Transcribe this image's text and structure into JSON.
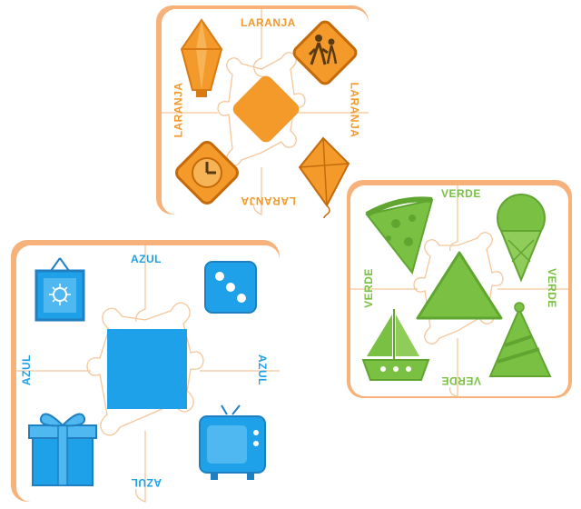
{
  "colors": {
    "orange": "#f39a2b",
    "green": "#7ac143",
    "blue": "#1ea1e8",
    "piece_outline": "#f5c79a",
    "card_border_orange": "#f4b07a"
  },
  "cards": {
    "orange": {
      "label_top": "LARANJA",
      "label_right": "LARANJA",
      "label_bottom": "LARANJA",
      "label_left": "LARANJA",
      "center_shape": "diamond",
      "icons": [
        "lantern-icon",
        "pedestrian-crossing-sign-icon",
        "clock-icon",
        "kite-icon"
      ]
    },
    "green": {
      "label_top": "VERDE",
      "label_right": "VERDE",
      "label_bottom": "VERDE",
      "label_left": "VERDE",
      "center_shape": "triangle",
      "icons": [
        "pizza-slice-icon",
        "ice-cream-cone-icon",
        "sailboat-icon",
        "party-hat-icon"
      ]
    },
    "blue": {
      "label_top": "AZUL",
      "label_right": "AZUL",
      "label_bottom": "AZUL",
      "label_left": "AZUL",
      "center_shape": "square",
      "icons": [
        "picture-frame-icon",
        "dice-icon",
        "gift-box-icon",
        "television-icon"
      ]
    }
  }
}
